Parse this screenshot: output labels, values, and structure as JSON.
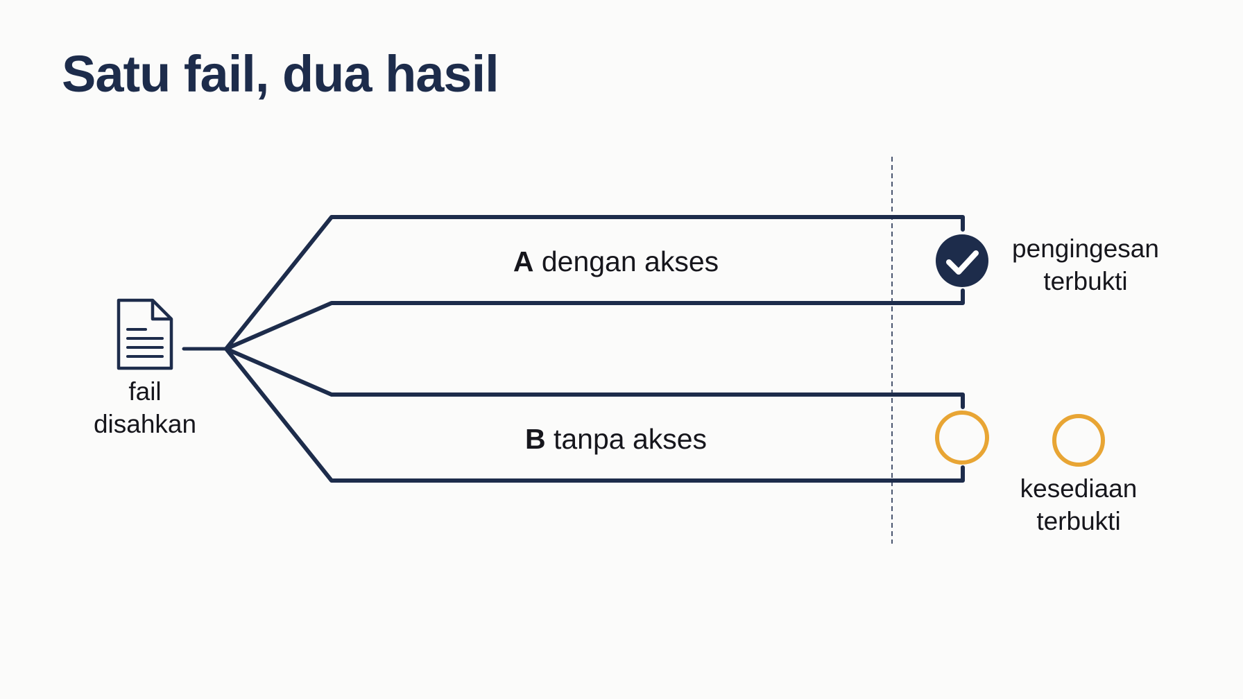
{
  "title": "Satu fail, dua hasil",
  "source": {
    "icon": "document-icon",
    "label_line1": "fail",
    "label_line2": "disahkan"
  },
  "branches": [
    {
      "key": "A",
      "text": "dengan akses",
      "result_icon": "check-circle-icon",
      "result_status": "filled",
      "result_label_line1": "pengingesan",
      "result_label_line2": "terbukti"
    },
    {
      "key": "B",
      "text": "tanpa akses",
      "result_icon": "empty-circle-icon",
      "result_status": "empty",
      "result_label_line1": "kesediaan",
      "result_label_line2": "terbukti"
    }
  ],
  "colors": {
    "navy": "#1d2c4b",
    "gold": "#e8a534",
    "text": "#16161c",
    "background": "#fbfbfa"
  }
}
